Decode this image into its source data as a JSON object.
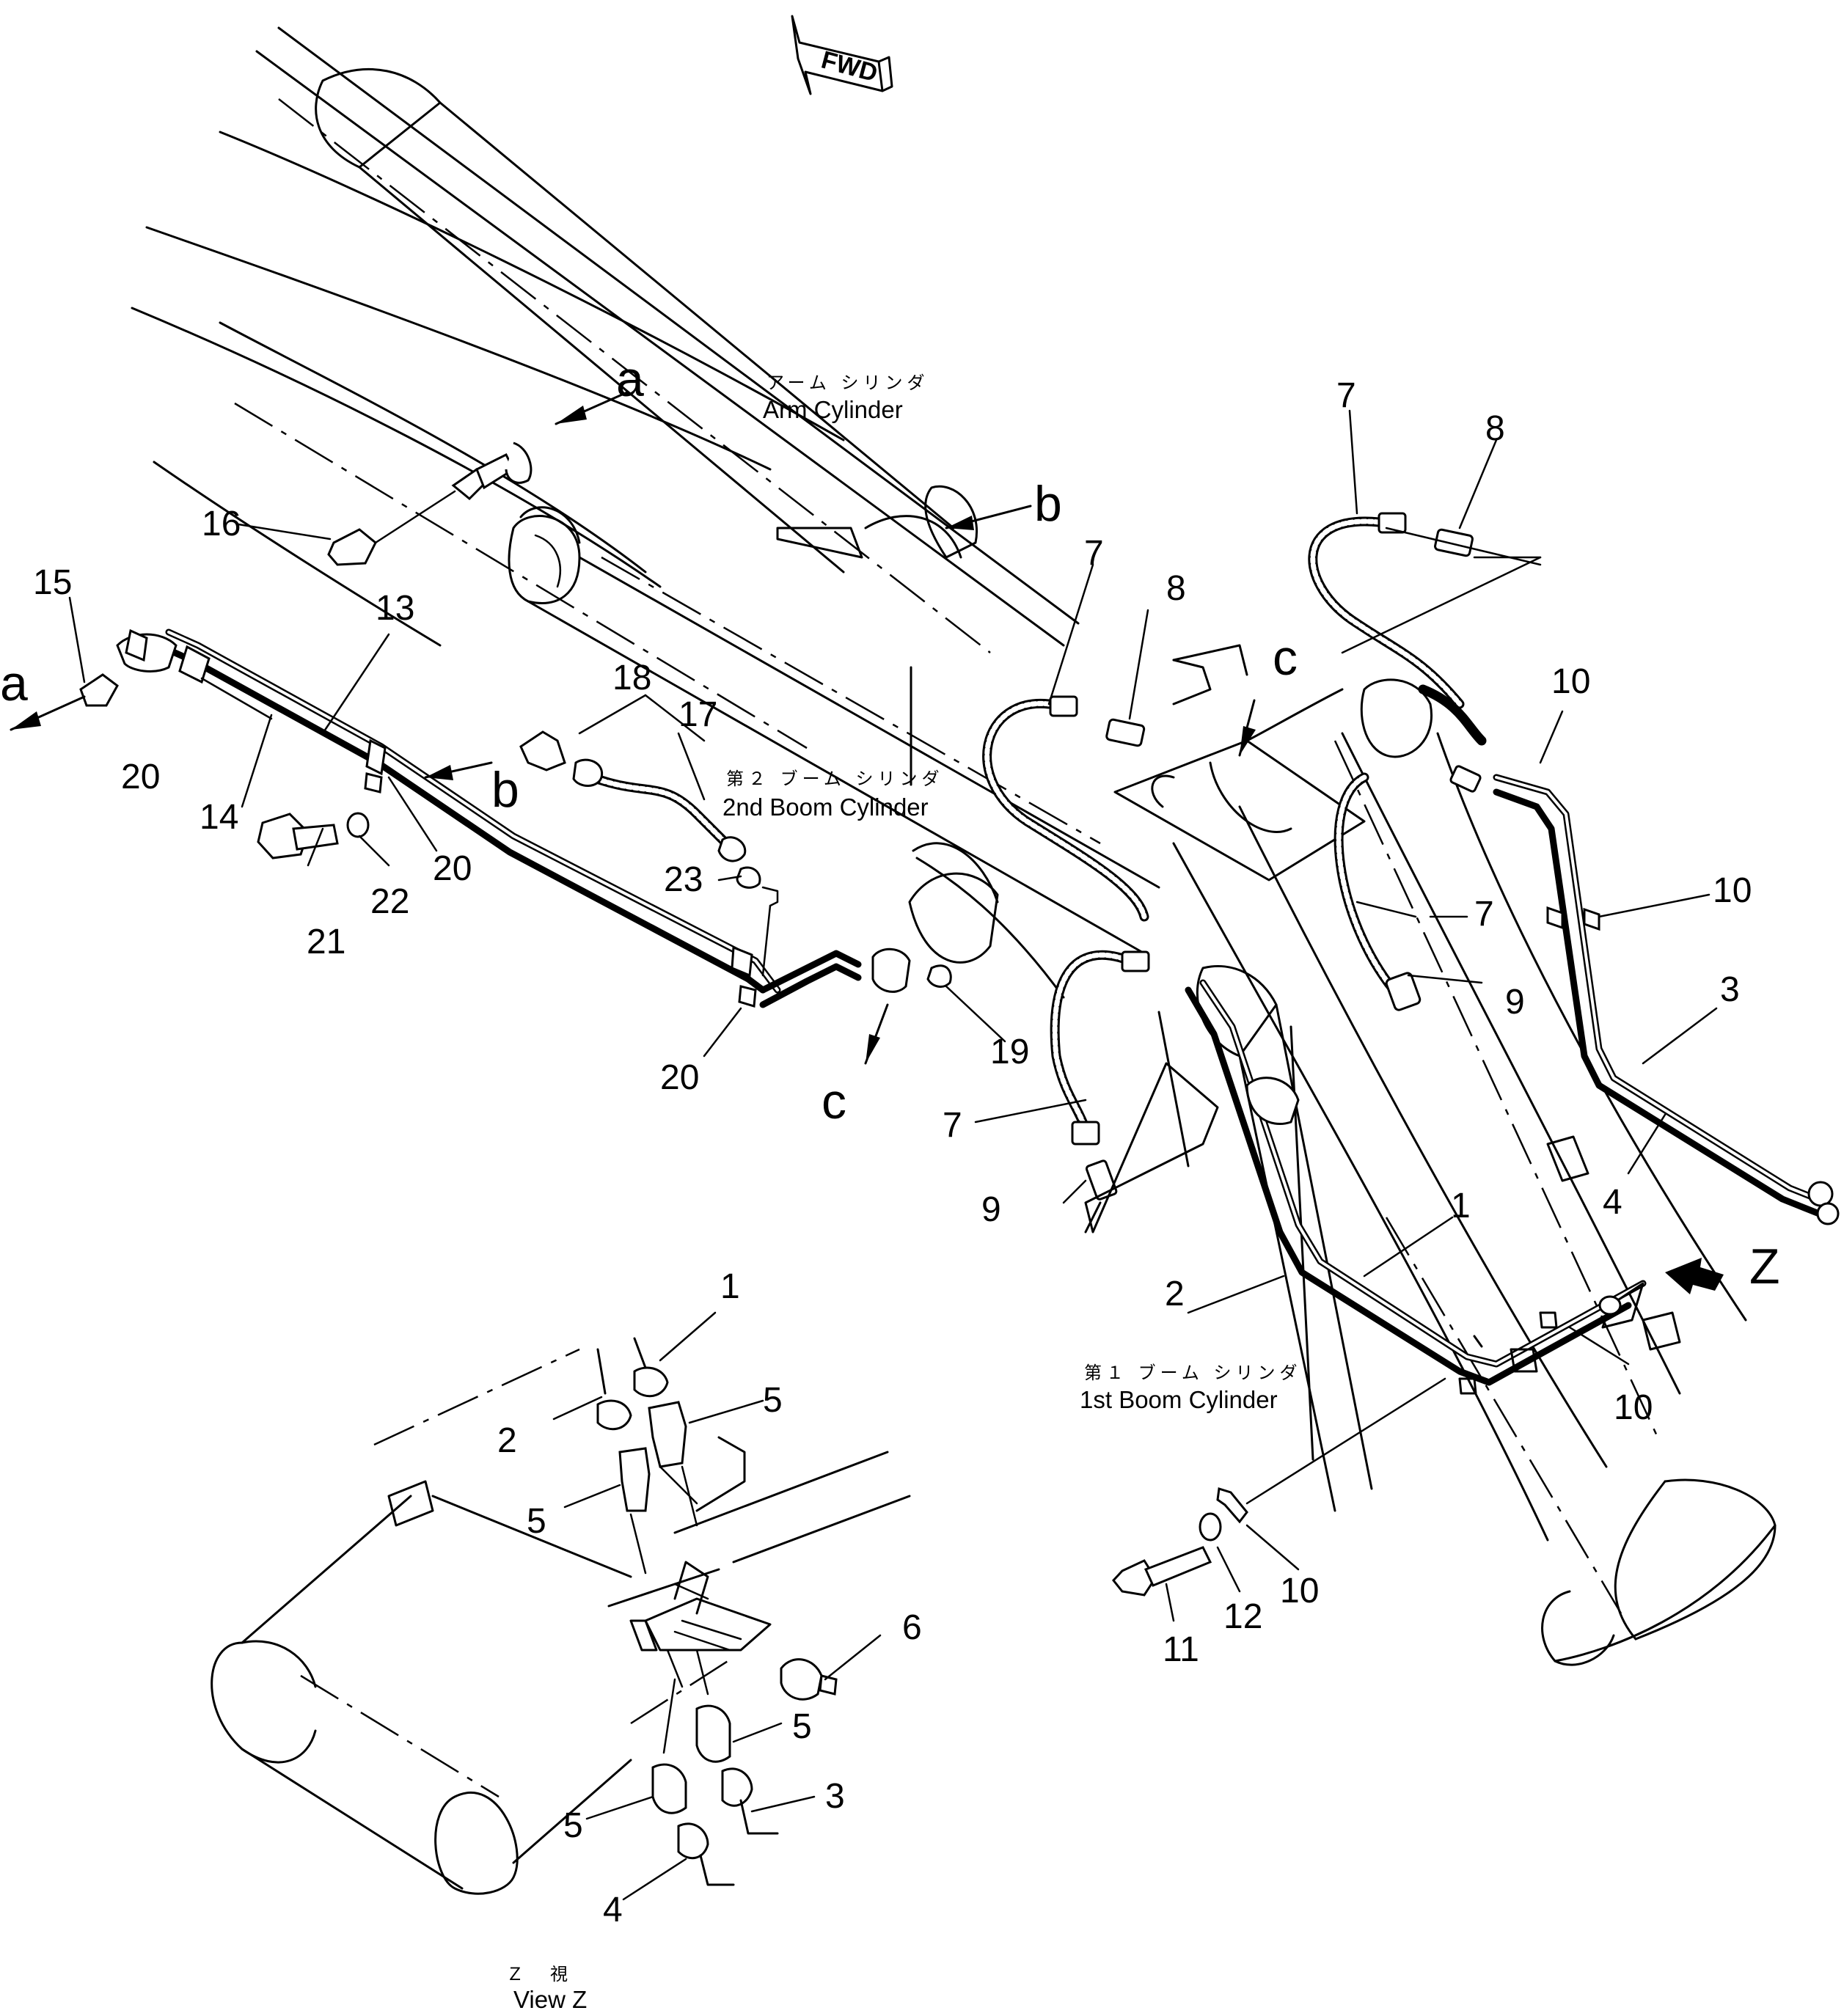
{
  "orientation": {
    "arrow_text": "FWD"
  },
  "labels": {
    "arm_cylinder_jp": "アーム シリンダ",
    "arm_cylinder_en": "Arm Cylinder",
    "boom2_jp": "第２ ブーム シリンダ",
    "boom2_en": "2nd Boom Cylinder",
    "boom1_jp": "第１ ブーム シリンダ",
    "boom1_en": "1st Boom Cylinder",
    "view_jp": "Ｚ　視",
    "view_en": "View Z"
  },
  "letters": {
    "a1": "a",
    "a2": "a",
    "b1": "b",
    "b2": "b",
    "c1": "c",
    "c2": "c",
    "z": "Z"
  },
  "callouts": {
    "n15": "15",
    "n16": "16",
    "n13": "13",
    "n14": "14",
    "n20a": "20",
    "n20b": "20",
    "n20c": "20",
    "n21": "21",
    "n22": "22",
    "n18": "18",
    "n17": "17",
    "n23": "23",
    "n19": "19",
    "n7a": "7",
    "n8a": "8",
    "n7b": "7",
    "n8b": "8",
    "n7c": "7",
    "n9a": "9",
    "n7d": "7",
    "n9b": "9",
    "n10a": "10",
    "n10b": "10",
    "n10c": "10",
    "n10d": "10",
    "n3a": "3",
    "n4a": "4",
    "n1a": "1",
    "n2a": "2",
    "n11": "11",
    "n12": "12",
    "n1b": "1",
    "n2b": "2",
    "n5a": "5",
    "n5b": "5",
    "n6": "6",
    "n5c": "5",
    "n5d": "5",
    "n3b": "3",
    "n4b": "4"
  }
}
